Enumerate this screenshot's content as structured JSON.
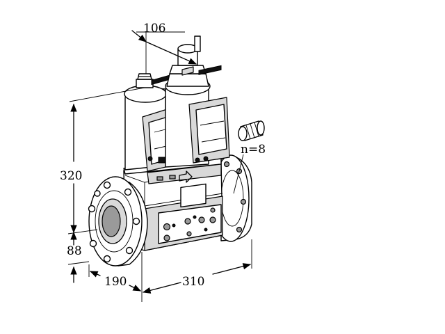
{
  "dimensions": {
    "top_width": "106",
    "height": "320",
    "base_height": "88",
    "depth": "190",
    "length": "310",
    "screw_count": "n=8"
  }
}
